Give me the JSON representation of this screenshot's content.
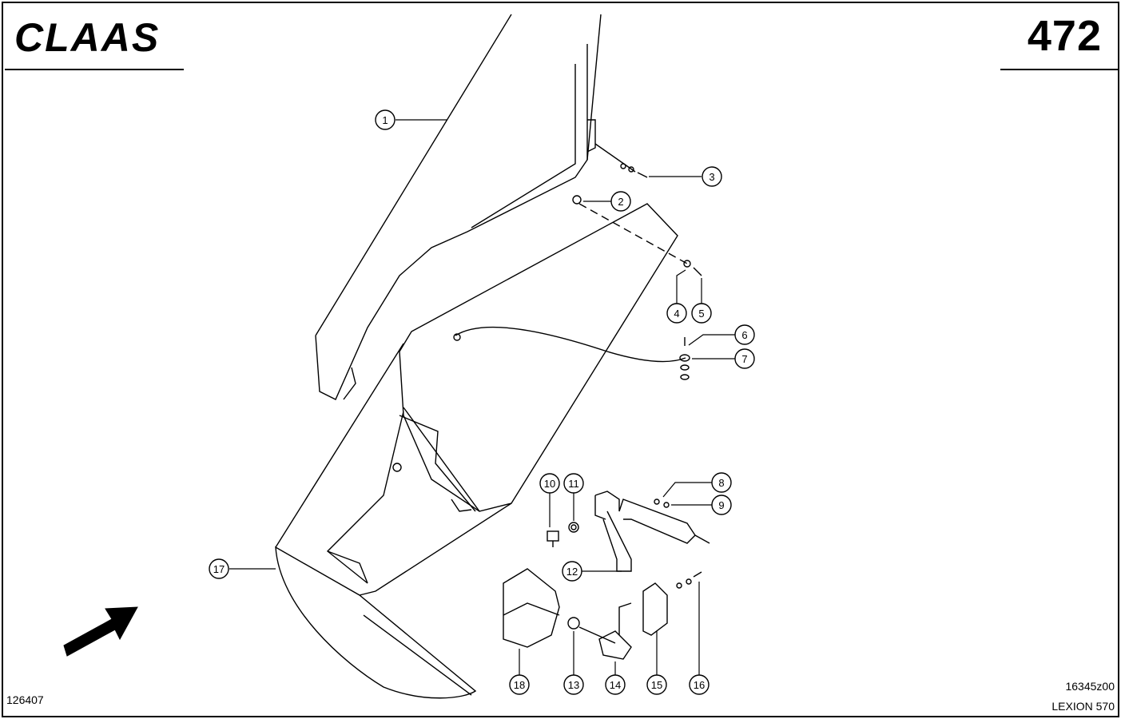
{
  "header": {
    "brand": "CLAAS",
    "page_number": "472"
  },
  "footer": {
    "left_code": "126407",
    "drawing_code": "16345z00",
    "model": "LEXION 570"
  },
  "callouts": [
    {
      "id": "c1",
      "label": "1"
    },
    {
      "id": "c2",
      "label": "2"
    },
    {
      "id": "c3",
      "label": "3"
    },
    {
      "id": "c4",
      "label": "4"
    },
    {
      "id": "c5",
      "label": "5"
    },
    {
      "id": "c6",
      "label": "6"
    },
    {
      "id": "c7",
      "label": "7"
    },
    {
      "id": "c8",
      "label": "8"
    },
    {
      "id": "c9",
      "label": "9"
    },
    {
      "id": "c10",
      "label": "10"
    },
    {
      "id": "c11",
      "label": "11"
    },
    {
      "id": "c12",
      "label": "12"
    },
    {
      "id": "c13",
      "label": "13"
    },
    {
      "id": "c14",
      "label": "14"
    },
    {
      "id": "c15",
      "label": "15"
    },
    {
      "id": "c16",
      "label": "16"
    },
    {
      "id": "c17",
      "label": "17"
    },
    {
      "id": "c18",
      "label": "18"
    }
  ],
  "icons": {
    "direction_arrow": "arrow-up-right-icon",
    "logo": "claas-logo-icon"
  },
  "colors": {
    "ink": "#000000",
    "paper": "#ffffff"
  }
}
